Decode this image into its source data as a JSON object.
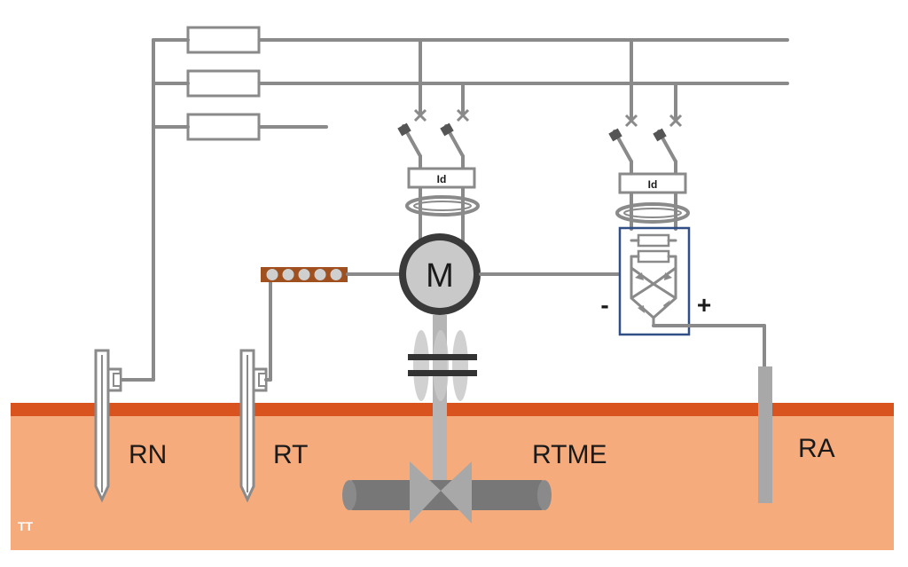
{
  "colors": {
    "ground": "#f5ab7b",
    "ground_top": "#d9531e",
    "wire": "#8a8a8a",
    "motor_fill": "#c9c9c9",
    "motor_ring": "#3a3a3a",
    "rectifier_box": "#2f4f86",
    "plus": "#e02020",
    "terminal_bar": "#a0501e",
    "rcd_text": "#1f3a66"
  },
  "ground_labels": {
    "rn": "RN",
    "rt": "RT",
    "rtme": "RTME",
    "ra": "RA",
    "system": "TT"
  },
  "motor": {
    "symbol": "M"
  },
  "rcd": {
    "left_label": "Id",
    "right_label": "Id"
  },
  "rectifier": {
    "minus": "-",
    "plus": "+"
  }
}
